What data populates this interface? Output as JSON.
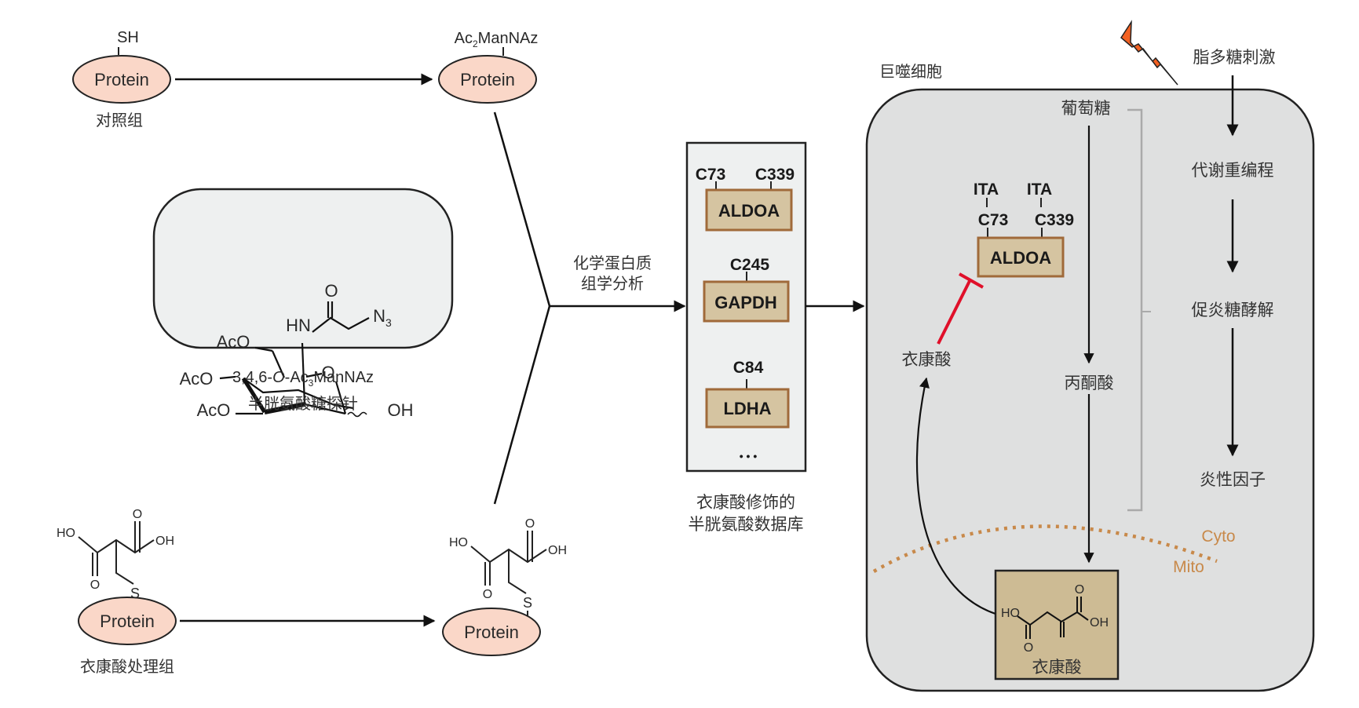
{
  "top_row": {
    "control_protein_label": "Protein",
    "control_group_label": "对照组",
    "control_modification": "SH",
    "labeled_protein_label": "Protein",
    "labeled_modification_prefix": "Ac",
    "labeled_modification_sub": "2",
    "labeled_modification_suffix": "ManNAz"
  },
  "probe": {
    "atoms": {
      "aco1": "AcO",
      "aco2": "AcO",
      "aco3": "AcO",
      "hn": "HN",
      "o_carbonyl": "O",
      "n3": "N",
      "n3_sub": "3",
      "o_ring": "O",
      "oh": "OH"
    },
    "name_prefix": "3,4,6-",
    "name_italic": "O",
    "name_mid": "-Ac",
    "name_sub": "3",
    "name_suffix": "ManNAz",
    "caption": "半胱氨酸糖探针"
  },
  "bottom_row": {
    "treated_protein_label": "Protein",
    "treated_group_label": "衣康酸处理组",
    "labeled_protein_label": "Protein",
    "atoms": {
      "ho": "HO",
      "oh": "OH",
      "o1": "O",
      "o2": "O",
      "s": "S"
    }
  },
  "analysis": {
    "line1": "化学蛋白质",
    "line2": "组学分析"
  },
  "database": {
    "proteins": [
      {
        "name": "ALDOA",
        "sites": [
          "C73",
          "C339"
        ]
      },
      {
        "name": "GAPDH",
        "sites": [
          "C245"
        ]
      },
      {
        "name": "LDHA",
        "sites": [
          "C84"
        ]
      }
    ],
    "ellipsis": "• • •",
    "caption_line1": "衣康酸修饰的",
    "caption_line2": "半胱氨酸数据库"
  },
  "cell": {
    "title": "巨噬细胞",
    "glucose": "葡萄糖",
    "pyruvate": "丙酮酸",
    "itaconate": "衣康酸",
    "itaconate_box_label": "衣康酸",
    "itaconate_atoms": {
      "ho": "HO",
      "oh": "OH",
      "o1": "O",
      "o2": "O"
    },
    "aldoa": {
      "name": "ALDOA",
      "sites": [
        "C73",
        "C339"
      ],
      "modifier": "ITA"
    },
    "cyto_label": "Cyto",
    "mito_label": "Mito",
    "stimulus": "脂多糖刺激",
    "pathway": [
      "代谢重编程",
      "促炎糖酵解",
      "炎性因子"
    ]
  },
  "colors": {
    "protein_fill": "#fad7c8",
    "db_box_fill": "#eef0f0",
    "probe_box_fill": "#eef0f0",
    "cell_fill": "#dfe0e0",
    "enzyme_fill": "#d5c4a1",
    "enzyme_border": "#a06a3a",
    "itaconate_box_fill": "#cdbb94",
    "inhibit_red": "#e0102a",
    "mito_dots": "#c8894a",
    "lightning": "#f26122"
  }
}
